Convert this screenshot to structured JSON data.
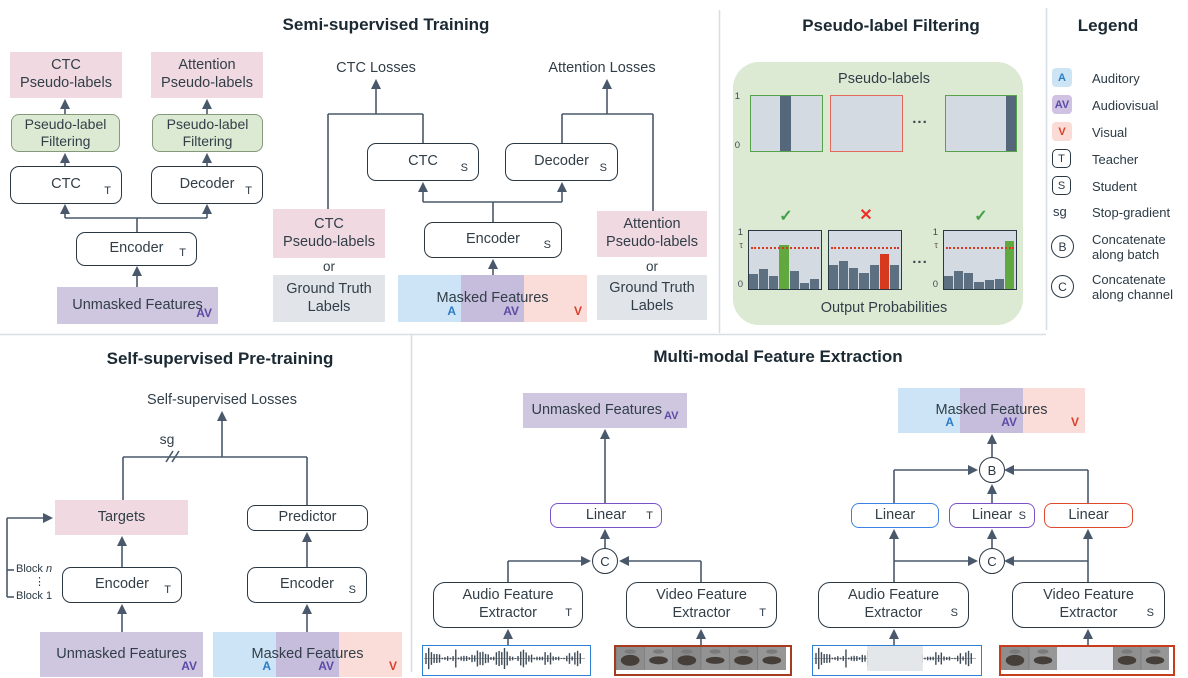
{
  "common": {
    "encoder": "Encoder",
    "decoder": "Decoder",
    "ctc": "CTC",
    "linear": "Linear",
    "predictor": "Predictor",
    "targets": "Targets",
    "audio_feature": "Audio Feature",
    "video_feature": "Video Feature",
    "extractor": "Extractor",
    "unmasked_features": "Unmasked Features",
    "masked_features": "Masked Features",
    "pseudo_label": "Pseudo-label",
    "filtering": "Filtering",
    "pseudo_labels": "Pseudo-labels",
    "attention": "Attention",
    "ground_truth": "Ground Truth",
    "labels": "Labels",
    "or": "or",
    "sub_teacher": "T",
    "sub_student": "S",
    "a": "A",
    "av": "AV",
    "v": "V",
    "sg": "sg",
    "b": "B",
    "c": "C"
  },
  "semi": {
    "title": "Semi-supervised Training",
    "ctc_losses": "CTC Losses",
    "attention_losses": "Attention Losses"
  },
  "filtering": {
    "title": "Pseudo-label Filtering",
    "pseudo_labels_label": "Pseudo-labels",
    "output_probabilities_label": "Output Probabilities",
    "axis_one": "1",
    "axis_zero": "0",
    "tau": "τ",
    "check": "✓",
    "cross": "✕",
    "ellipsis": "...",
    "threshold": 0.72,
    "strips": [
      {
        "border": "green",
        "bar_left": 0.41,
        "bar_width": 0.16
      },
      {
        "border": "red",
        "bar_left": null,
        "bar_width": 0
      },
      {
        "border": "green",
        "bar_left": 0.85,
        "bar_width": 0.15
      }
    ],
    "histograms": [
      {
        "values": [
          0.27,
          0.35,
          0.22,
          0.78,
          0.32,
          0.11,
          0.17
        ],
        "highlight_index": 3,
        "highlight_color": "#61a93e",
        "result": "accept"
      },
      {
        "values": [
          0.42,
          0.5,
          0.37,
          0.28,
          0.42,
          0.62,
          0.43
        ],
        "highlight_index": 5,
        "highlight_color": "#d7391f",
        "result": "reject"
      },
      {
        "values": [
          0.22,
          0.32,
          0.28,
          0.12,
          0.15,
          0.18,
          0.85
        ],
        "highlight_index": 6,
        "highlight_color": "#61a93e",
        "result": "accept"
      }
    ]
  },
  "legend": {
    "title": "Legend",
    "items": [
      {
        "badge": "A",
        "label": "Auditory"
      },
      {
        "badge": "AV",
        "label": "Audiovisual"
      },
      {
        "badge": "V",
        "label": "Visual"
      },
      {
        "badge": "T",
        "label": "Teacher"
      },
      {
        "badge": "S",
        "label": "Student"
      },
      {
        "badge": "sg",
        "label": "Stop-gradient"
      },
      {
        "badge": "B",
        "label": "Concatenate",
        "label2": "along batch"
      },
      {
        "badge": "C",
        "label": "Concatenate",
        "label2": "along channel"
      }
    ]
  },
  "ssl": {
    "title": "Self-supervised Pre-training",
    "losses_label": "Self-supervised Losses",
    "block_top": "Block",
    "block_top_var": "n",
    "block_bottom": "Block 1",
    "vdots": "⋮"
  },
  "mmfe": {
    "title": "Multi-modal Feature Extraction"
  },
  "colors": {
    "auditory": "#2d7cc4",
    "audiovisual": "#5b4ba6",
    "visual": "#d9402a",
    "arrow": "#49596b",
    "pink": "#f0d9e1",
    "purple": "#cfc6e0",
    "blue": "#cce4f5",
    "red_light": "#fadcd8",
    "gray": "#e1e5ea",
    "green_panel": "#dcead4",
    "green_box": "#dcead3",
    "accept_green": "#61a93e",
    "reject_red": "#d7391f"
  }
}
